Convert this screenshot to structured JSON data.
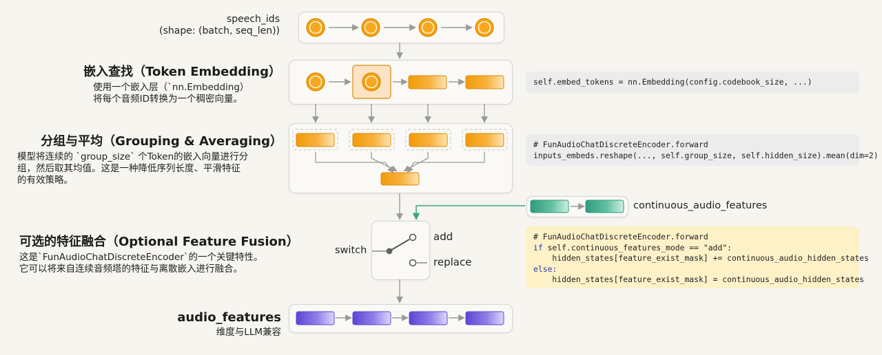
{
  "nodes": {
    "input": {
      "title": "speech_ids",
      "shape": "(shape: (batch, seq_len))"
    },
    "embedding": {
      "title": "嵌入查找（Token Embedding）",
      "desc": [
        "使用一个嵌入层（`nn.Embedding）",
        "将每个音频ID转换为一个稠密向量。"
      ]
    },
    "grouping": {
      "title": "分组与平均（Grouping & Averaging）",
      "desc": [
        "模型将连续的 `group_size` 个Token的嵌入向量进行分",
        "组，然后取其均值。这是一种降低序列长度、平滑特征",
        "的有效策略。"
      ]
    },
    "fusion": {
      "title": "可选的特征融合（Optional Feature Fusion）",
      "desc": [
        "这是`FunAudioChatDiscreteEncoder`的一个关键特性。",
        "它可以将来自连续音频塔的特征与离散嵌入进行融合。"
      ],
      "switch_label": "switch",
      "options": [
        "add",
        "replace"
      ]
    },
    "continuous": {
      "label": "continuous_audio_features"
    },
    "output": {
      "title": "audio_features",
      "desc": "维度与LLM兼容"
    }
  },
  "code": {
    "embedding": "self.embed_tokens = nn.Embedding(config.codebook_size, ...)",
    "grouping": [
      "# FunAudioChatDiscreteEncoder.forward",
      "inputs_embeds.reshape(..., self.group_size, self.hidden_size).mean(dim=2)"
    ],
    "fusion": {
      "comment": "# FunAudioChatDiscreteEncoder.forward",
      "if_kw": "if",
      "if_rest": " self.continuous_features_mode == \"add\":",
      "line_add": "    hidden_states[feature_exist_mask] += continuous_audio_hidden_states",
      "else_kw": "else:",
      "line_replace": "    hidden_states[feature_exist_mask] = continuous_audio_hidden_states"
    }
  },
  "colors": {
    "token_orange": "#f5a20c",
    "embed_orange": "#f7a721",
    "continuous_green": "#3aa585",
    "output_purple": "#6b58d8",
    "code_gray_bg": "#ececec",
    "code_yellow_bg": "#fdf1c8"
  }
}
